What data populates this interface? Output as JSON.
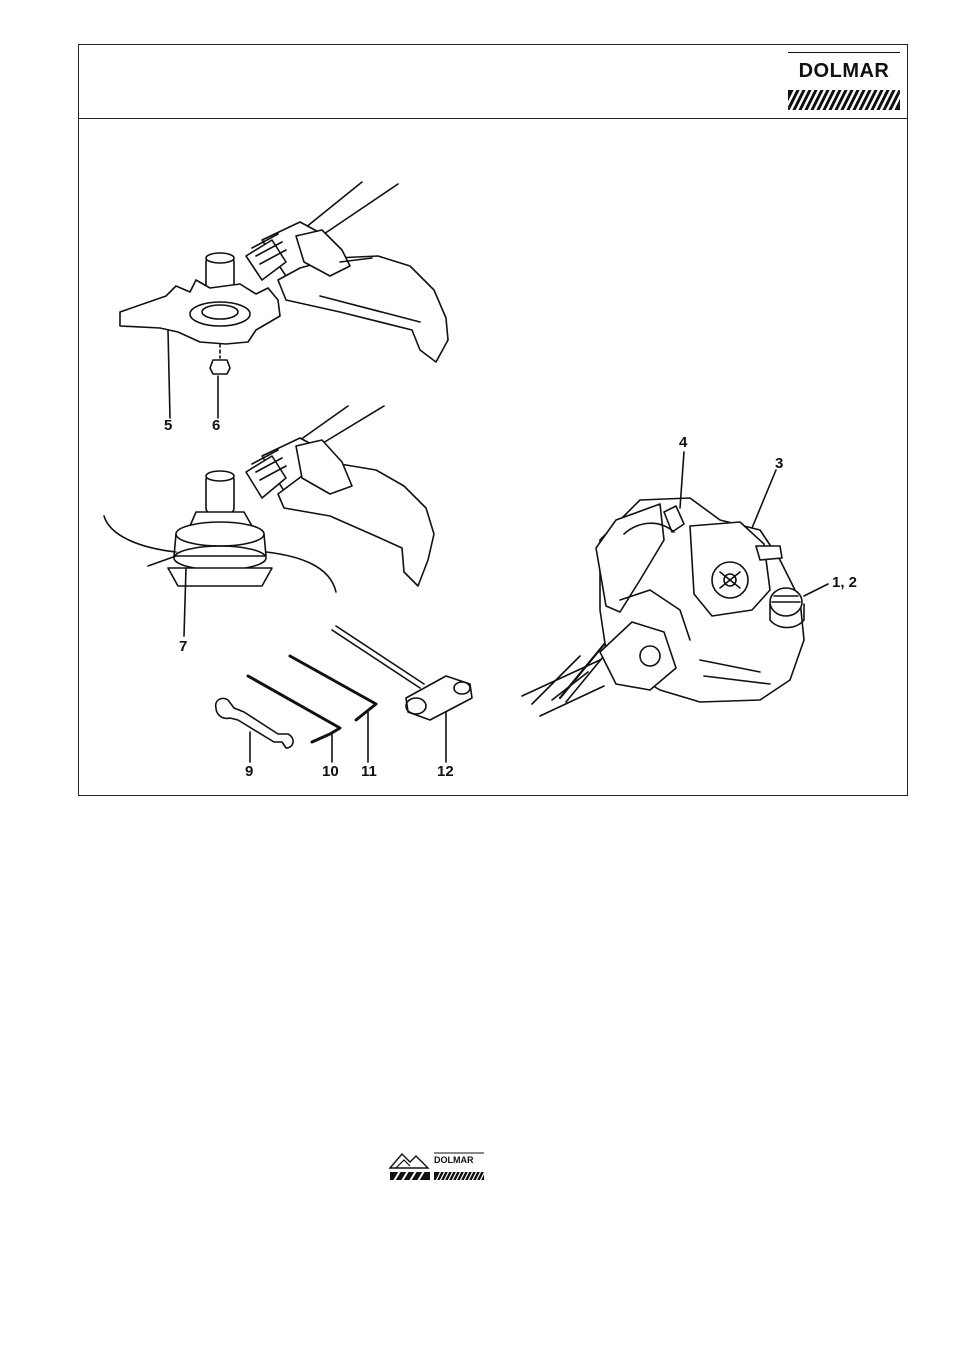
{
  "header": {
    "brand": "DOLMAR"
  },
  "figure": {
    "callouts": {
      "c5": "5",
      "c6": "6",
      "c7": "7",
      "c4": "4",
      "c3": "3",
      "c12label": "1, 2",
      "c9": "9",
      "c10": "10",
      "c11": "11",
      "c12": "12"
    }
  },
  "footer": {
    "brand": "DOLMAR"
  }
}
